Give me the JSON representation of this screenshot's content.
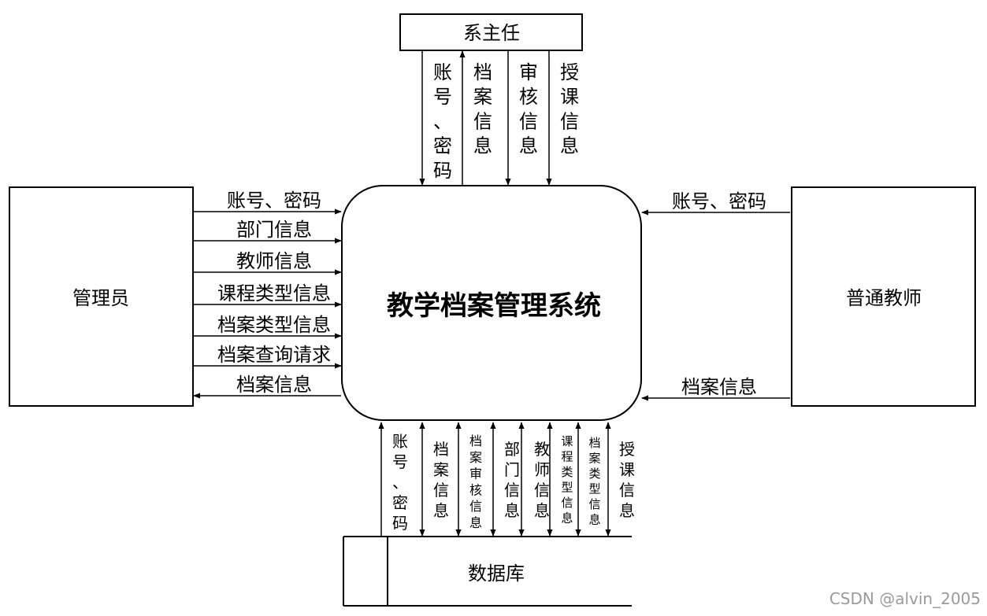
{
  "diagram": {
    "center_title": "教学档案管理系统",
    "entities": {
      "top": "系主任",
      "left": "管理员",
      "right": "普通教师",
      "bottom": "数据库"
    },
    "top_flows": [
      {
        "label": "账号、密码",
        "direction": "to_system"
      },
      {
        "label": "档案信息",
        "direction": "to_entity"
      },
      {
        "label": "审核信息",
        "direction": "to_system"
      },
      {
        "label": "授课信息",
        "direction": "to_system"
      }
    ],
    "left_flows": [
      {
        "label": "账号、密码",
        "direction": "to_system"
      },
      {
        "label": "部门信息",
        "direction": "to_system"
      },
      {
        "label": "教师信息",
        "direction": "to_system"
      },
      {
        "label": "课程类型信息",
        "direction": "to_system"
      },
      {
        "label": "档案类型信息",
        "direction": "to_system"
      },
      {
        "label": "档案查询请求",
        "direction": "to_system"
      },
      {
        "label": "档案信息",
        "direction": "to_entity"
      }
    ],
    "right_flows": [
      {
        "label": "账号、密码",
        "direction": "to_system"
      },
      {
        "label": "档案信息",
        "direction": "to_system"
      }
    ],
    "bottom_flows": [
      {
        "label": "账号、密码",
        "direction": "to_system"
      },
      {
        "label": "档案信息",
        "direction": "both"
      },
      {
        "label": "档案审核信息",
        "direction": "both"
      },
      {
        "label": "部门信息",
        "direction": "both"
      },
      {
        "label": "教师信息",
        "direction": "both"
      },
      {
        "label": "课程类型信息",
        "direction": "both"
      },
      {
        "label": "档案类型信息",
        "direction": "both"
      },
      {
        "label": "授课信息",
        "direction": "both"
      }
    ],
    "watermark": "CSDN @alvin_2005"
  }
}
